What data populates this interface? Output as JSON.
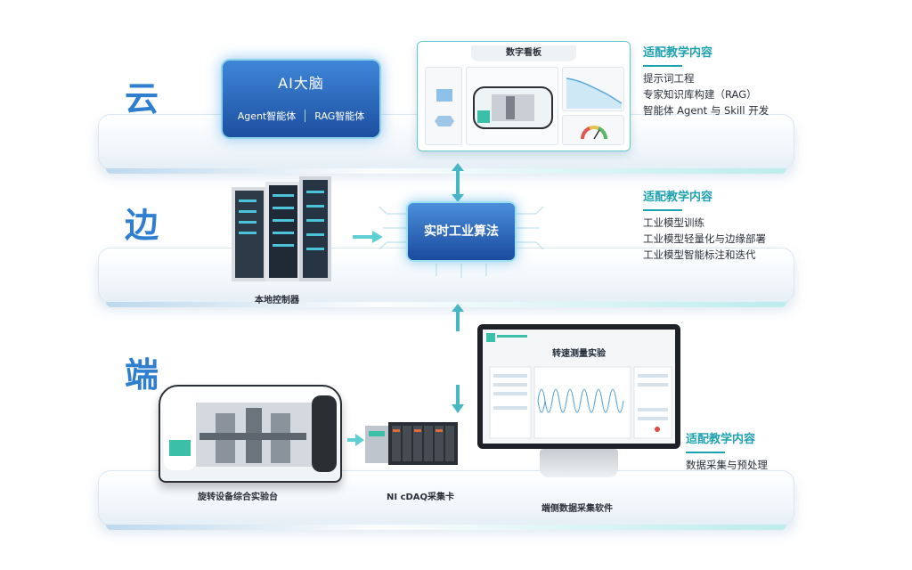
{
  "layers": {
    "cloud": "云",
    "edge": "边",
    "end": "端"
  },
  "cloud": {
    "ai_brain_title": "AI大脑",
    "agent_label": "Agent智能体",
    "rag_label": "RAG智能体",
    "dashboard_title": "数字看板",
    "heading": "适配教学内容",
    "items": [
      "提示词工程",
      "专家知识库构建（RAG）",
      "智能体 Agent 与 Skill 开发"
    ]
  },
  "edge": {
    "controller_label": "本地控制器",
    "algorithm_label": "实时工业算法",
    "heading": "适配教学内容",
    "items": [
      "工业模型训练",
      "工业模型轻量化与边缘部署",
      "工业模型智能标注和迭代"
    ]
  },
  "end": {
    "machine_label": "旋转设备综合实验台",
    "daq_label": "NI cDAQ采集卡",
    "software_label": "端侧数据采集软件",
    "screen_title": "转速测量实验",
    "heading": "适配教学内容",
    "items": [
      "数据采集与预处理"
    ]
  },
  "colors": {
    "accent_blue": "#2f7fd1",
    "accent_teal": "#1fa2b0",
    "chip_dark": "#1a4a9e"
  }
}
